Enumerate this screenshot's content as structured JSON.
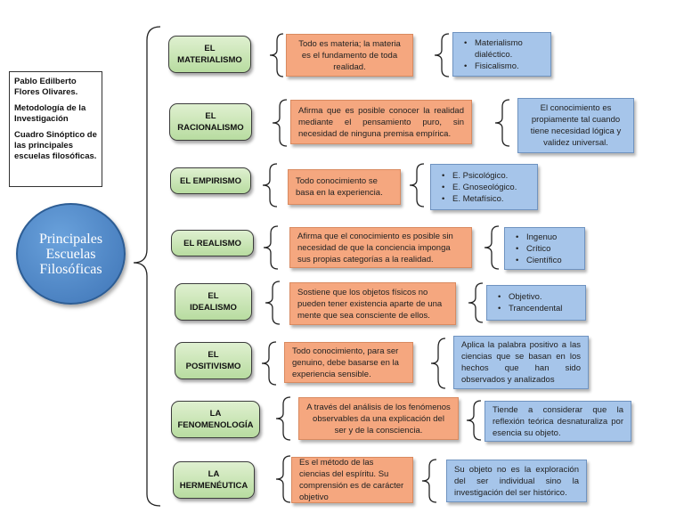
{
  "info": {
    "author": "Pablo Edilberto Flores Olivares.",
    "course": "Metodología de la Investigación",
    "topic": "Cuadro Sinóptico de las principales escuelas filosóficas."
  },
  "central": "Principales Escuelas Filosóficas",
  "schools": [
    {
      "name": "EL\nMATERIALISMO",
      "desc": "Todo es materia; la materia es el fundamento de toda realidad.",
      "details": [
        "Materialismo dialéctico.",
        "Fisicalismo."
      ]
    },
    {
      "name": "EL\nRACIONALISMO",
      "desc": "Afirma que es posible conocer la realidad mediante el pensamiento puro, sin necesidad de ninguna premisa empírica.",
      "details": [
        "El conocimiento es propiamente tal cuando tiene necesidad lógica y validez universal."
      ]
    },
    {
      "name": "EL EMPIRISMO",
      "desc": "Todo conocimiento se basa en la experiencia.",
      "details": [
        "E. Psicológico.",
        "E. Gnoseológico.",
        "E. Metafísico."
      ]
    },
    {
      "name": "EL REALISMO",
      "desc": "Afirma que el conocimiento es posible sin necesidad de que la conciencia imponga sus propias categorías a la realidad.",
      "details": [
        "Ingenuo",
        "Crítico",
        "Científico"
      ]
    },
    {
      "name": "EL\nIDEALISMO",
      "desc": "Sostiene que los objetos físicos no pueden tener existencia aparte de una mente que sea consciente de ellos.",
      "details": [
        "Objetivo.",
        "Trancendental"
      ]
    },
    {
      "name": "EL\nPOSITIVISMO",
      "desc": "Todo conocimiento, para ser genuino, debe basarse en la experiencia sensible.",
      "details": [
        "Aplica la palabra positivo a las ciencias que se basan en los hechos que han sido observados y analizados"
      ]
    },
    {
      "name": "LA\nFENOMENOLOGÍA",
      "desc": "A través del análisis de los fenómenos observables da una explicación del ser y de la consciencia.",
      "details": [
        "Tiende a considerar que la reflexión teórica desnaturaliza por esencia su objeto."
      ]
    },
    {
      "name": "LA\nHERMENÉUTICA",
      "desc": "Es el método de las ciencias del espíritu. Su comprensión es de carácter objetivo",
      "details": [
        "Su objeto no es la exploración del ser individual sino la investigación del ser histórico."
      ]
    }
  ]
}
